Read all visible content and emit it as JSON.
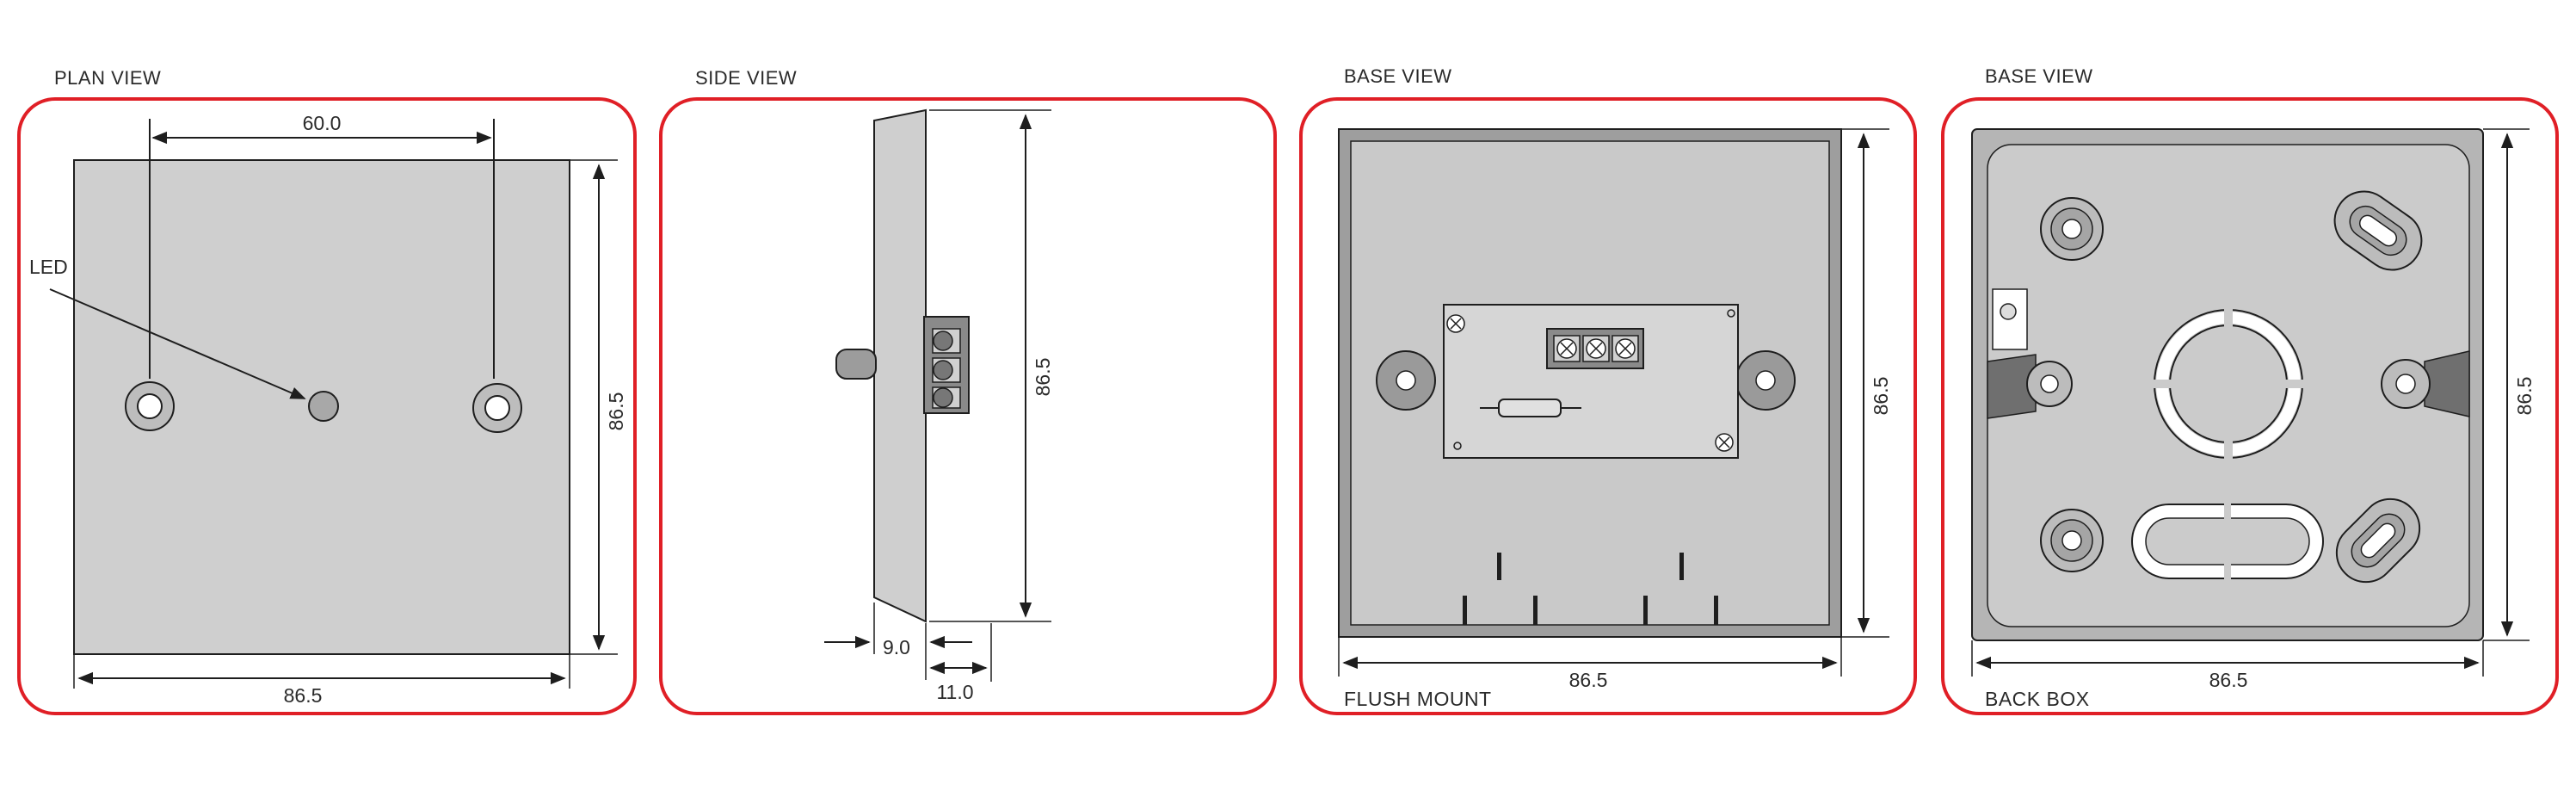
{
  "panels": [
    {
      "title": "PLAN VIEW",
      "caption": ""
    },
    {
      "title": "SIDE VIEW",
      "caption": ""
    },
    {
      "title": "BASE VIEW",
      "caption": "FLUSH MOUNT"
    },
    {
      "title": "BASE VIEW",
      "caption": "BACK BOX"
    }
  ],
  "labels": {
    "led": "LED"
  },
  "dimensions": {
    "plan_hole_spacing": "60.0",
    "plan_width": "86.5",
    "plan_height": "86.5",
    "side_height": "86.5",
    "side_depth_front": "9.0",
    "side_depth_total": "11.0",
    "flush_width": "86.5",
    "flush_height": "86.5",
    "backbox_width": "86.5",
    "backbox_height": "86.5"
  },
  "colors": {
    "frame": "#e01f26",
    "plate": "#cfcfcf",
    "plate_dark": "#b9b9b9",
    "pcb": "#d6d6d6",
    "hatch": "#6f6f6f",
    "terminal": "#8a8a8a"
  },
  "icons": [
    "led-indicator",
    "mounting-hole",
    "screw-terminal",
    "resistor",
    "knockout"
  ]
}
